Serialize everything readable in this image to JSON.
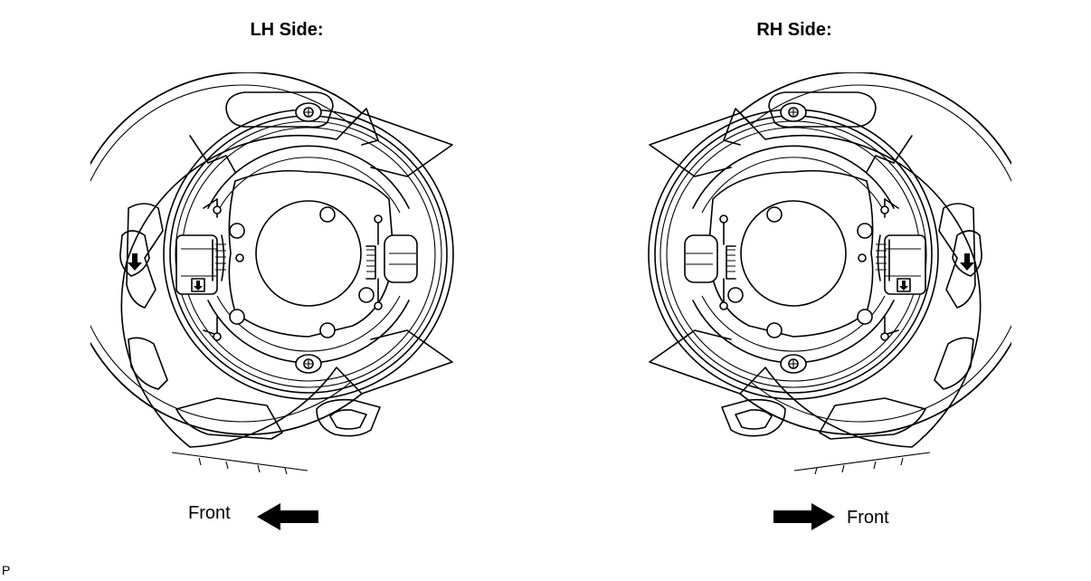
{
  "diagram": {
    "lh": {
      "title": "LH Side:",
      "front_label": "Front",
      "arrow_direction": "left"
    },
    "rh": {
      "title": "RH Side:",
      "front_label": "Front",
      "arrow_direction": "right"
    },
    "page_id": "P"
  },
  "colors": {
    "line": "#000000",
    "background": "#ffffff"
  }
}
